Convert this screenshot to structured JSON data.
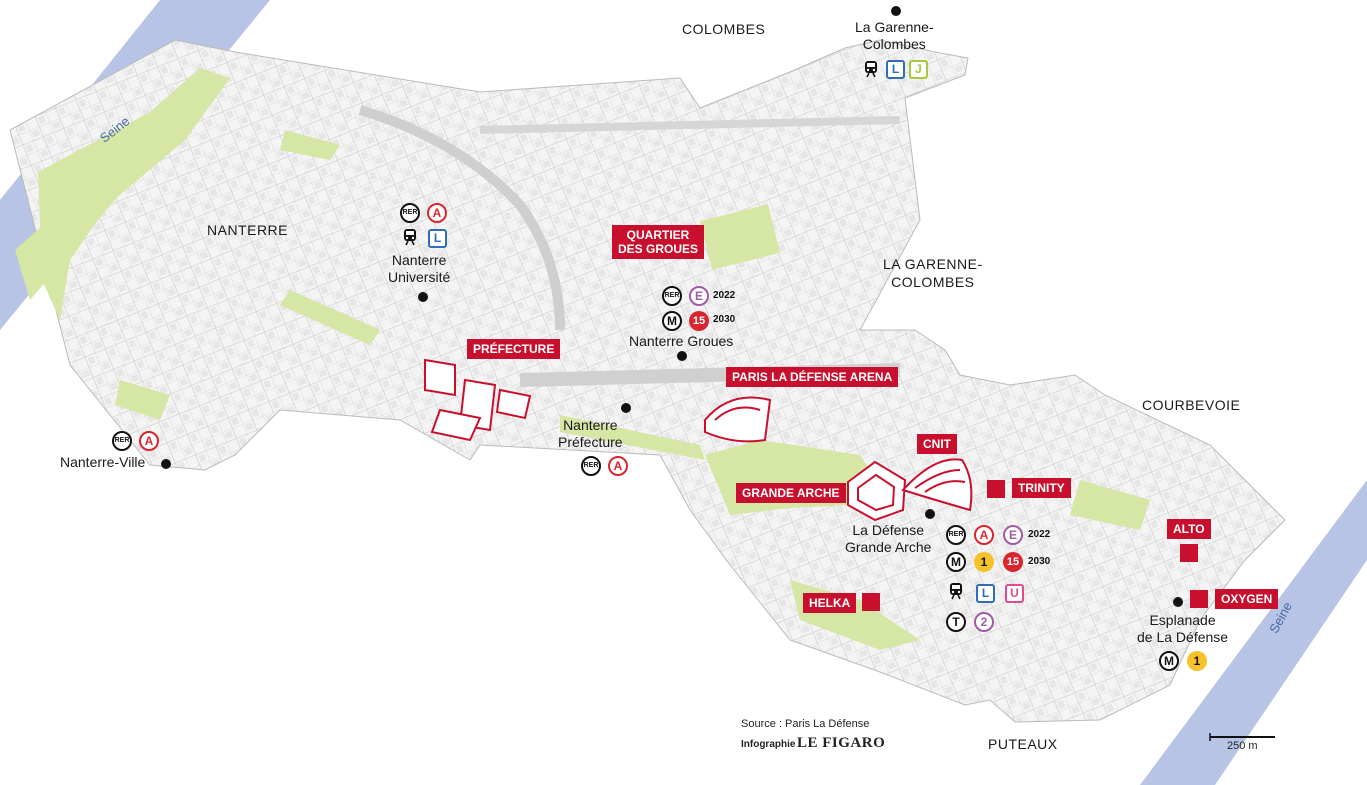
{
  "rivers": {
    "left": "Seine",
    "right": "Seine"
  },
  "communes": {
    "colombes": "COLOMBES",
    "nanterre": "NANTERRE",
    "garenne_center_line1": "LA GARENNE-",
    "garenne_center_line2": "COLOMBES",
    "courbevoie": "COURBEVOIE",
    "puteaux": "PUTEAUX"
  },
  "projects": {
    "quartier_line1": "QUARTIER",
    "quartier_line2": "DES GROUES",
    "prefecture": "PRÉFECTURE",
    "arena": "PARIS LA DÉFENSE ARENA",
    "cnit": "CNIT",
    "trinity": "TRINITY",
    "grande_arche": "GRANDE ARCHE",
    "alto": "ALTO",
    "helka": "HELKA",
    "oxygen": "OXYGEN"
  },
  "stations": {
    "garenne_line1": "La Garenne-",
    "garenne_line2": "Colombes",
    "nanterre_univ_line1": "Nanterre",
    "nanterre_univ_line2": "Université",
    "nanterre_groues": "Nanterre Groues",
    "nanterre_pref_line1": "Nanterre",
    "nanterre_pref_line2": "Préfecture",
    "nanterre_ville": "Nanterre-Ville",
    "defense_line1": "La Défense",
    "defense_line2": "Grande Arche",
    "esplanade_line1": "Esplanade",
    "esplanade_line2": "de La Défense"
  },
  "badges": {
    "rer": "RER",
    "a": "A",
    "e": "E",
    "m": "M",
    "t": "T",
    "one": "1",
    "two": "2",
    "fifteen": "15",
    "l": "L",
    "j": "J",
    "u": "U"
  },
  "years": {
    "y2022": "2022",
    "y2030": "2030"
  },
  "footer": {
    "source": "Source : Paris La Défense",
    "infographie": "Infographie",
    "brand": "LE FIGARO",
    "scale": "250 m"
  },
  "colors": {
    "river": "#b7c4e6",
    "green": "#d5e6a5",
    "accent_red": "#c8102e",
    "rer_a": "#d9262e",
    "rer_e": "#a25aa6",
    "metro_1": "#f6c22c",
    "line_l": "#2f6db5",
    "line_j": "#a6c83a",
    "line_u": "#e34a8c"
  }
}
